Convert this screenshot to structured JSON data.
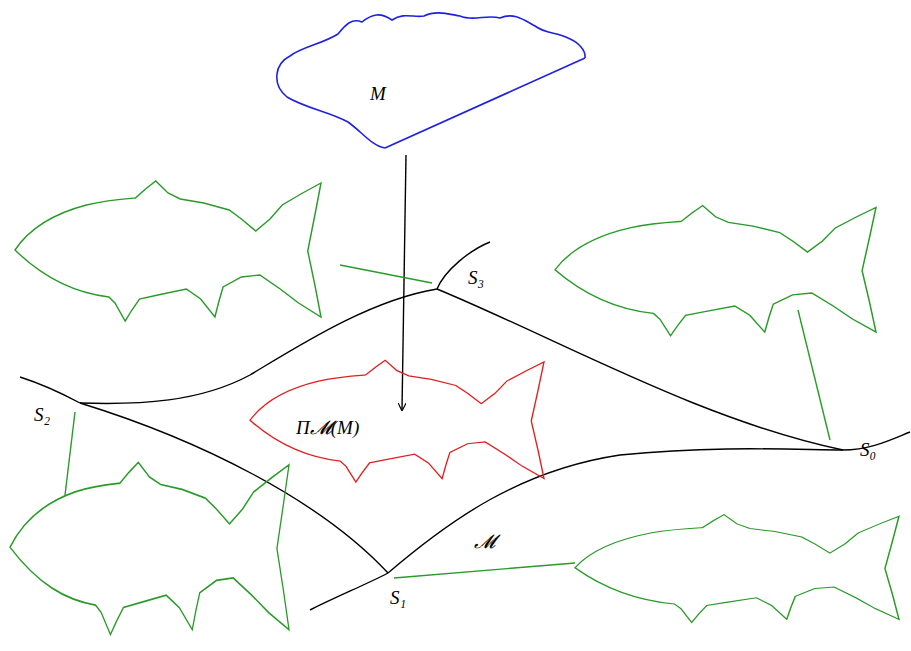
{
  "diagram": {
    "labels": [
      "M",
      "S₃",
      "S₂",
      "S₁",
      "S₀",
      "Π𝓜(M)",
      "𝓜"
    ]
  }
}
